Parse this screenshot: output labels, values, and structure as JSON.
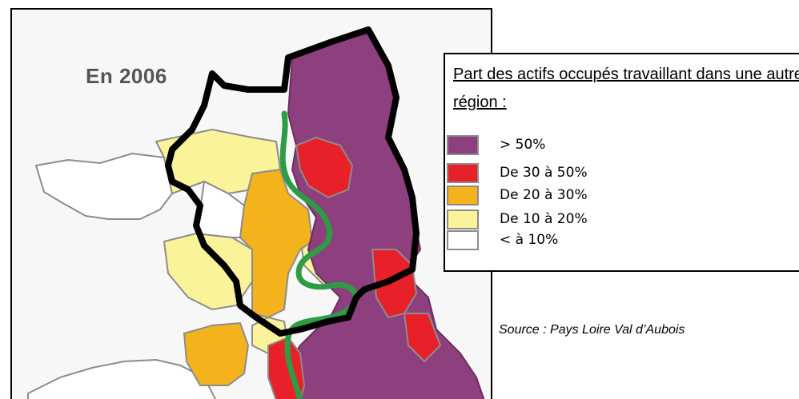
{
  "map": {
    "title": "En 2006"
  },
  "legend": {
    "title": "Part des actifs occupés travaillant dans une autre région :",
    "items": [
      {
        "label": "> 50%",
        "color": "#8d3f7e"
      },
      {
        "label": "De 30 à 50%",
        "color": "#e8202a"
      },
      {
        "label": "De 20 à 30%",
        "color": "#f4b31c"
      },
      {
        "label": "De 10 à 20%",
        "color": "#fbf39a"
      },
      {
        "label": "< à 10%",
        "color": "#ffffff"
      }
    ]
  },
  "source": "Source : Pays Loire Val d’Aubois",
  "colors": {
    "outline": "#000000",
    "river": "#2e9b45",
    "borders": "#8c8c8c"
  }
}
